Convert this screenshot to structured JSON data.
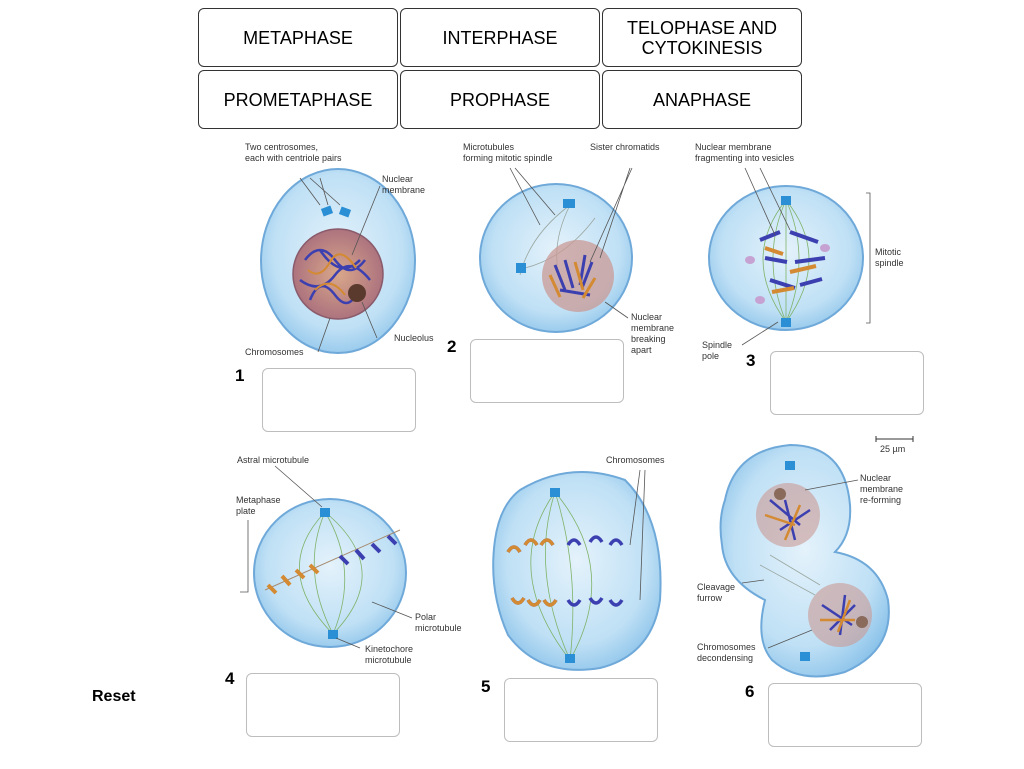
{
  "tiles": [
    {
      "label": "METAPHASE"
    },
    {
      "label": "INTERPHASE"
    },
    {
      "label": "TELOPHASE AND\nCYTOKINESIS"
    },
    {
      "label": "PROMETAPHASE"
    },
    {
      "label": "PROPHASE"
    },
    {
      "label": "ANAPHASE"
    }
  ],
  "numbers": [
    "1",
    "2",
    "3",
    "4",
    "5",
    "6"
  ],
  "reset_label": "Reset",
  "annotations": {
    "c1_centrosomes_1": "Two centrosomes,",
    "c1_centrosomes_2": "each with centriole pairs",
    "c1_nuclear_1": "Nuclear",
    "c1_nuclear_2": "membrane",
    "c1_nucleolus": "Nucleolus",
    "c1_chromosomes": "Chromosomes",
    "c2_micro_1": "Microtubules",
    "c2_micro_2": "forming mitotic spindle",
    "c2_sister": "Sister chromatids",
    "c2_break_1": "Nuclear",
    "c2_break_2": "membrane",
    "c2_break_3": "breaking",
    "c2_break_4": "apart",
    "c3_frag_1": "Nuclear membrane",
    "c3_frag_2": "fragmenting into vesicles",
    "c3_spindle_1": "Mitotic",
    "c3_spindle_2": "spindle",
    "c3_pole_1": "Spindle",
    "c3_pole_2": "pole",
    "scale": "25 µm",
    "c4_astral": "Astral microtubule",
    "c4_plate_1": "Metaphase",
    "c4_plate_2": "plate",
    "c4_polar_1": "Polar",
    "c4_polar_2": "microtubule",
    "c4_kin_1": "Kinetochore",
    "c4_kin_2": "microtubule",
    "c5_chromosomes": "Chromosomes",
    "c6_reform_1": "Nuclear",
    "c6_reform_2": "membrane",
    "c6_reform_3": "re-forming",
    "c6_cleavage_1": "Cleavage",
    "c6_cleavage_2": "furrow",
    "c6_decond_1": "Chromosomes",
    "c6_decond_2": "decondensing"
  },
  "colors": {
    "cell_fill": "#bfe0f5",
    "cell_stroke": "#6fa9d9",
    "centrosome": "#2a8fd4",
    "chromosome_blue": "#3b3fb0",
    "chromosome_orange": "#d48a32",
    "nucleus": "#b07a86",
    "spindle": "#7fb36a"
  }
}
